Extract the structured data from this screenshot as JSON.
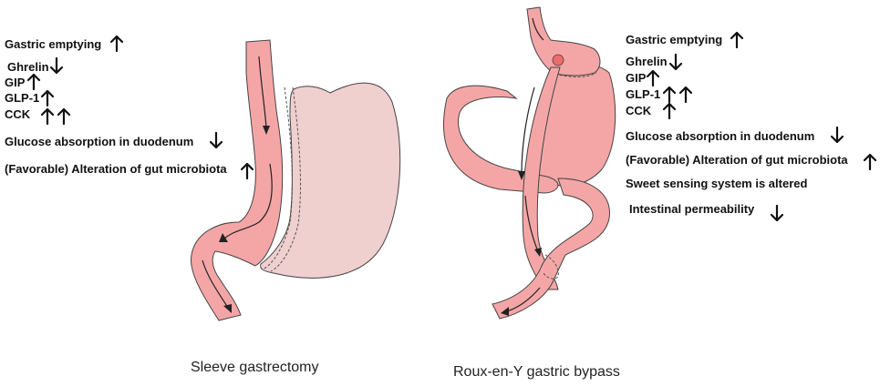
{
  "colors": {
    "tract": "#f4a6a6",
    "tract_dark": "#ee8f8f",
    "removed": "#f0cfcf",
    "text": "#111111"
  },
  "sleeve": {
    "caption": "Sleeve gastrectomy",
    "labels": [
      {
        "text": "Gastric emptying",
        "arrows": [
          "up"
        ]
      },
      {
        "text": "Ghrelin",
        "arrows": [
          "down"
        ]
      },
      {
        "text": "GIP",
        "arrows": [
          "up"
        ]
      },
      {
        "text": "GLP-1",
        "arrows": [
          "up"
        ]
      },
      {
        "text": "CCK",
        "arrows": [
          "up",
          "up"
        ]
      },
      {
        "text": "Glucose absorption in duodenum",
        "arrows": [
          "down"
        ]
      },
      {
        "text": "(Favorable) Alteration of gut microbiota",
        "arrows": [
          "up"
        ]
      }
    ]
  },
  "bypass": {
    "caption": "Roux-en-Y gastric bypass",
    "labels": [
      {
        "text": "Gastric emptying",
        "arrows": [
          "up"
        ]
      },
      {
        "text": "Ghrelin",
        "arrows": [
          "down"
        ]
      },
      {
        "text": "GIP",
        "arrows": [
          "up"
        ]
      },
      {
        "text": "GLP-1",
        "arrows": [
          "up",
          "up"
        ]
      },
      {
        "text": "CCK",
        "arrows": [
          "up"
        ]
      },
      {
        "text": "Glucose absorption in duodenum",
        "arrows": [
          "down"
        ]
      },
      {
        "text": "(Favorable) Alteration of gut microbiota",
        "arrows": [
          "up"
        ]
      },
      {
        "text": "Sweet sensing system is altered",
        "arrows": []
      },
      {
        "text": "Intestinal permeability",
        "arrows": [
          "down"
        ]
      }
    ]
  }
}
